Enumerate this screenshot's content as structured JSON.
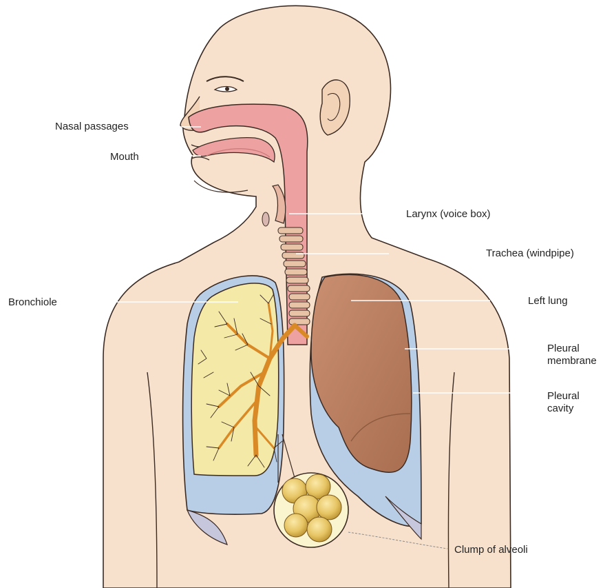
{
  "labels": {
    "nasal_passages": "Nasal passages",
    "mouth": "Mouth",
    "larynx": "Larynx (voice box)",
    "trachea": "Trachea (windpipe)",
    "bronchiole": "Bronchiole",
    "left_lung": "Left lung",
    "pleural_membrane": "Pleural\nmembrane",
    "pleural_cavity": "Pleural\ncavity",
    "alveoli": "Clump of alveoli"
  },
  "colors": {
    "skin": "#f7dfc9",
    "skin_shade": "#f1cdb0",
    "outline": "#3a2a22",
    "airway": "#eea1a1",
    "airway_dark": "#c97878",
    "lung_left": "#c38a6c",
    "lung_left_dark": "#a9704f",
    "lung_right": "#f4e9a6",
    "bronchi": "#d98a26",
    "pleural_cavity": "#b8cde6",
    "alveoli": "#e8c96a",
    "alveoli_dark": "#b98f2e",
    "leader_line": "#ffffff"
  }
}
